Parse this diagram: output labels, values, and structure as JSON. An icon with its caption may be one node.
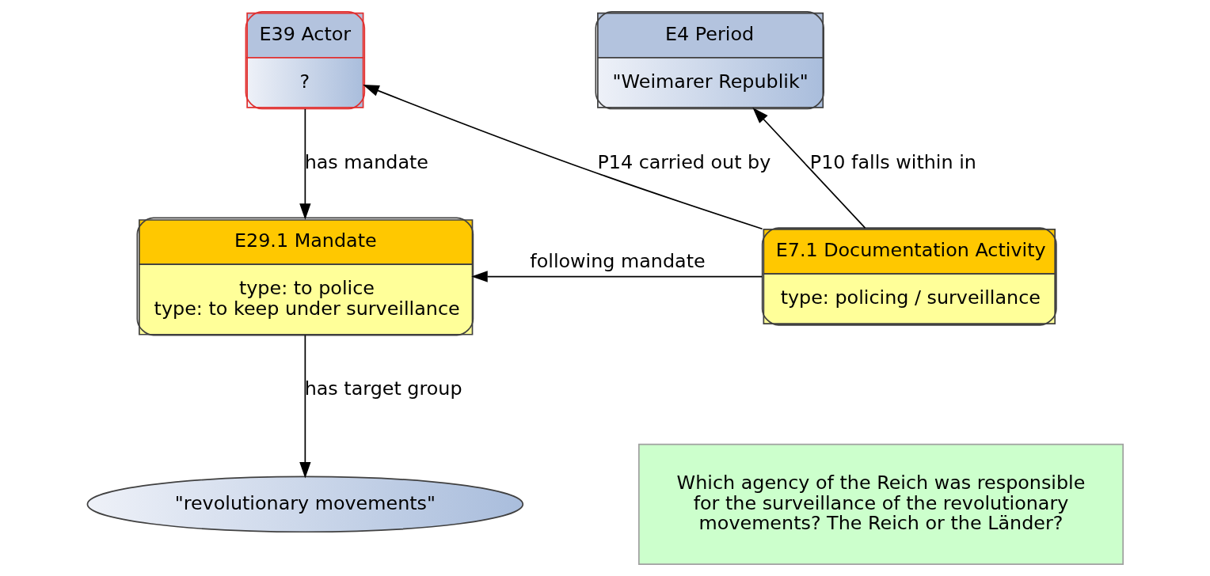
{
  "diagram": {
    "nodes": [
      {
        "text": [
          "E39 Actor",
          "?"
        ]
      },
      {
        "text": [
          "E4 Period",
          "\"Weimarer Republik\""
        ]
      },
      {
        "text": [
          "E29.1 Mandate",
          "type: to police",
          "type: to keep under surveillance"
        ]
      },
      {
        "text": [
          "E7.1 Documentation Activity",
          "type: policing / surveillance"
        ]
      },
      {
        "text": [
          "\"revolutionary movements\""
        ]
      },
      {
        "text": [
          "Which agency of the Reich was responsible for the surveillance of the revolutionary movements? The Reich or the Länder?"
        ]
      }
    ],
    "edges": [
      {
        "from": 3,
        "to": 0,
        "arrow": "to",
        "label": "P14 carried out by"
      },
      {
        "from": 0,
        "to": 2,
        "arrow": "to",
        "label": "has mandate"
      },
      {
        "from": 3,
        "to": 1,
        "arrow": "to",
        "label": "P10 falls within in"
      },
      {
        "from": 3,
        "to": 2,
        "arrow": "to",
        "label": "following mandate"
      },
      {
        "from": 2,
        "to": 4,
        "arrow": "to",
        "label": "has target group"
      }
    ]
  }
}
